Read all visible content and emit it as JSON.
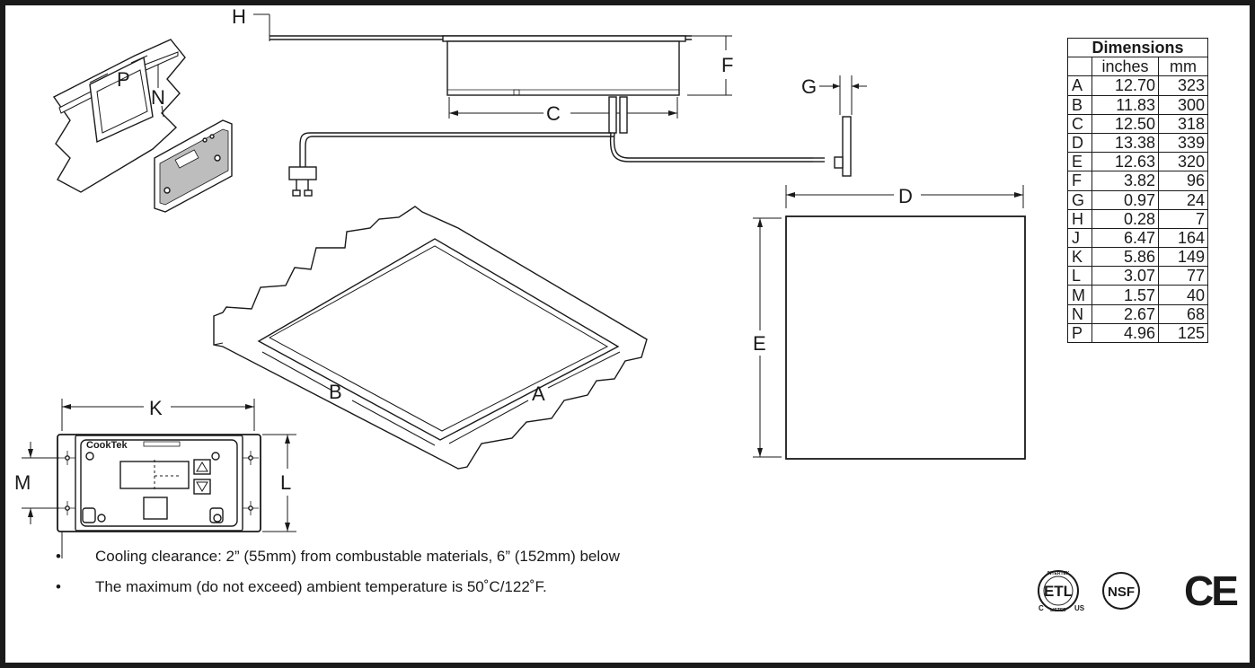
{
  "labels": {
    "A": "A",
    "B": "B",
    "C": "C",
    "D": "D",
    "E": "E",
    "F": "F",
    "G": "G",
    "H": "H",
    "K": "K",
    "L": "L",
    "M": "M",
    "N": "N",
    "P": "P",
    "brand": "CookTek"
  },
  "table": {
    "title": "Dimensions",
    "col_inches": "inches",
    "col_mm": "mm",
    "rows": [
      {
        "key": "A",
        "inches": "12.70",
        "mm": "323"
      },
      {
        "key": "B",
        "inches": "11.83",
        "mm": "300"
      },
      {
        "key": "C",
        "inches": "12.50",
        "mm": "318"
      },
      {
        "key": "D",
        "inches": "13.38",
        "mm": "339"
      },
      {
        "key": "E",
        "inches": "12.63",
        "mm": "320"
      },
      {
        "key": "F",
        "inches": "3.82",
        "mm": "96"
      },
      {
        "key": "G",
        "inches": "0.97",
        "mm": "24"
      },
      {
        "key": "H",
        "inches": "0.28",
        "mm": "7"
      },
      {
        "key": "J",
        "inches": "6.47",
        "mm": "164"
      },
      {
        "key": "K",
        "inches": "5.86",
        "mm": "149"
      },
      {
        "key": "L",
        "inches": "3.07",
        "mm": "77"
      },
      {
        "key": "M",
        "inches": "1.57",
        "mm": "40"
      },
      {
        "key": "N",
        "inches": "2.67",
        "mm": "68"
      },
      {
        "key": "P",
        "inches": "4.96",
        "mm": "125"
      }
    ]
  },
  "notes": [
    "Cooling clearance: 2” (55mm) from combustable materials, 6” (152mm) below",
    "The maximum (do not exceed) ambient temperature is 50˚C/122˚F."
  ],
  "certifications": {
    "etl": "ETL",
    "etl_top": "INTERTEK",
    "etl_bottom": "LISTED",
    "etl_c": "C",
    "etl_us": "US",
    "nsf": "NSF",
    "ce": "CE"
  },
  "colors": {
    "line": "#1a1a1a",
    "fill": "#ffffff",
    "panel_grey": "#8a8a8a"
  }
}
